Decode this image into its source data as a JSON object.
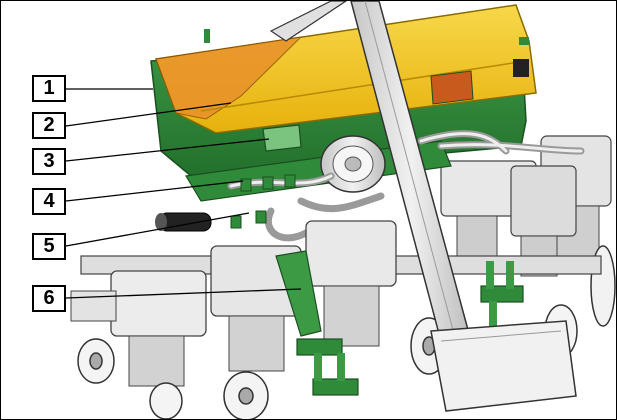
{
  "figure": {
    "callouts": [
      {
        "label": "1"
      },
      {
        "label": "2"
      },
      {
        "label": "3"
      },
      {
        "label": "4"
      },
      {
        "label": "5"
      },
      {
        "label": "6"
      }
    ],
    "colors": {
      "hopper_lid": "#f2c416",
      "hopper_body": "#2f8a3a",
      "lid_accent": "#e8902a",
      "metal": "#d8d8d8",
      "outline": "#000000"
    }
  }
}
